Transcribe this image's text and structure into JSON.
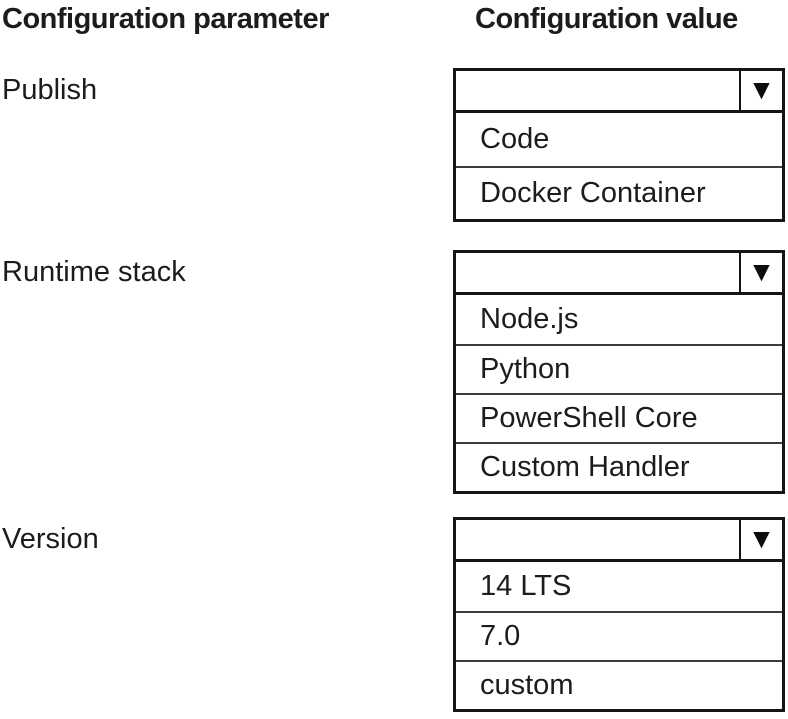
{
  "page": {
    "background": "#ffffff"
  },
  "colors": {
    "border": "#151515",
    "text": "#1c1c1c",
    "option_divider": "#3c3c3c",
    "arrow": "#0d0d0d"
  },
  "icons": {
    "dropdown_arrow": "▼"
  },
  "header": {
    "parameter_column": "Configuration parameter",
    "value_column": "Configuration value"
  },
  "groups": [
    {
      "label": "Publish",
      "selected_value": "",
      "options": [
        "Code",
        "Docker Container"
      ]
    },
    {
      "label": "Runtime stack",
      "selected_value": "",
      "options": [
        "Node.js",
        "Python",
        "PowerShell Core",
        "Custom Handler"
      ]
    },
    {
      "label": "Version",
      "selected_value": "",
      "options": [
        "14 LTS",
        "7.0",
        "custom"
      ]
    }
  ]
}
